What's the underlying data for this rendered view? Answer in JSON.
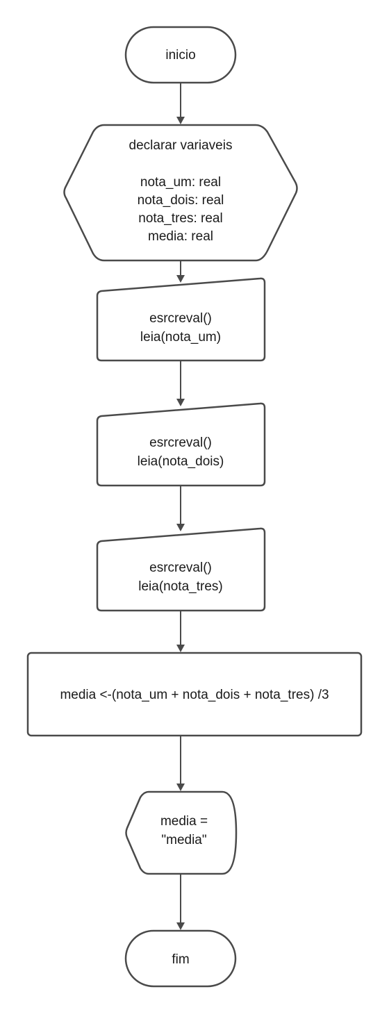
{
  "diagram": {
    "nodes": [
      {
        "id": "start",
        "shape": "terminator",
        "lines": [
          "inicio"
        ]
      },
      {
        "id": "declare",
        "shape": "hexagon",
        "lines": [
          "declarar variaveis",
          "",
          "nota_um: real",
          "nota_dois: real",
          "nota_tres: real",
          "media: real"
        ]
      },
      {
        "id": "input1",
        "shape": "manual-input",
        "lines": [
          "esrcreval()",
          "leia(nota_um)"
        ]
      },
      {
        "id": "input2",
        "shape": "manual-input",
        "lines": [
          "esrcreval()",
          "leia(nota_dois)"
        ]
      },
      {
        "id": "input3",
        "shape": "manual-input",
        "lines": [
          "esrcreval()",
          "leia(nota_tres)"
        ]
      },
      {
        "id": "process",
        "shape": "process",
        "lines": [
          "media <-(nota_um + nota_dois + nota_tres) /3"
        ]
      },
      {
        "id": "output",
        "shape": "display",
        "lines": [
          "media =",
          "\"media\""
        ]
      },
      {
        "id": "end",
        "shape": "terminator",
        "lines": [
          "fim"
        ]
      }
    ],
    "edges": [
      {
        "from": "start",
        "to": "declare"
      },
      {
        "from": "declare",
        "to": "input1"
      },
      {
        "from": "input1",
        "to": "input2"
      },
      {
        "from": "input2",
        "to": "input3"
      },
      {
        "from": "input3",
        "to": "process"
      },
      {
        "from": "process",
        "to": "output"
      },
      {
        "from": "output",
        "to": "end"
      }
    ]
  },
  "colors": {
    "stroke": "#4a4a4a",
    "fill": "#ffffff",
    "text": "#1a1a1a"
  }
}
